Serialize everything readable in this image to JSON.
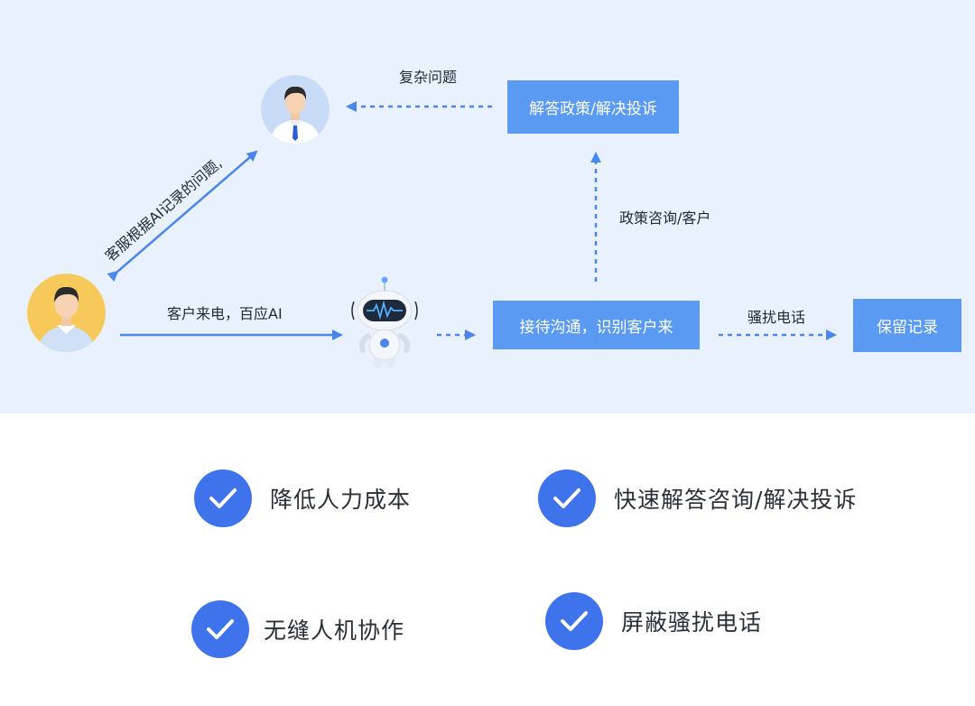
{
  "diagram": {
    "labels": {
      "complex_issue": "复杂问题",
      "cs_by_ai_record": "客服根据AI记录的问题,",
      "customer_call": "客户来电，百应AI",
      "policy_inquiry": "政策咨询/客户",
      "harassment_call": "骚扰电话"
    },
    "boxes": {
      "answer_policy": "解答政策/解决投诉",
      "receive_identify": "接待沟通，识别客户来",
      "keep_record": "保留记录"
    },
    "colors": {
      "background": "#e9f1fc",
      "box": "#5a9af2",
      "arrow": "#4a86ec"
    }
  },
  "benefits": [
    {
      "label": "降低人力成本",
      "icon": "checkmark-icon"
    },
    {
      "label": "快速解答咨询/解决投诉",
      "icon": "checkmark-icon"
    },
    {
      "label": "无缝人机协作",
      "icon": "checkmark-icon"
    },
    {
      "label": "屏蔽骚扰电话",
      "icon": "checkmark-icon"
    }
  ]
}
